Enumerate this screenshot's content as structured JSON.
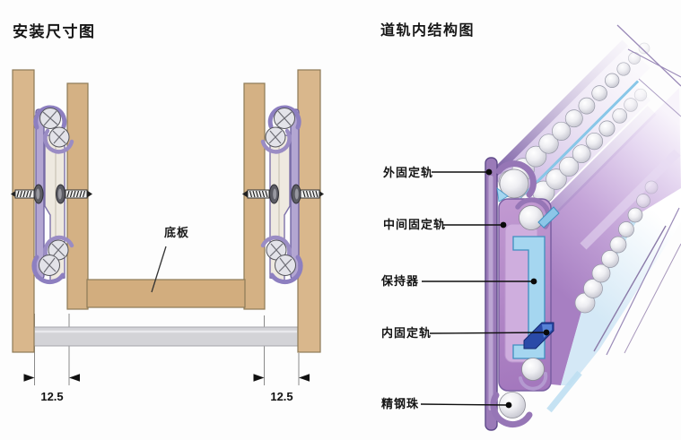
{
  "left_diagram": {
    "title": "安装尺寸图",
    "bottom_board_label": "底板",
    "dimension_left": "12.5",
    "dimension_right": "12.5"
  },
  "right_diagram": {
    "title": "道轨内结构图",
    "labels": [
      {
        "text": "外固定轨"
      },
      {
        "text": "中间固定轨"
      },
      {
        "text": "保持器"
      },
      {
        "text": "内固定轨"
      },
      {
        "text": "精钢珠"
      }
    ]
  },
  "colors": {
    "wood": "#d7b489",
    "slide_purple": "#8d7fc0",
    "rail_purple": "#a77fc2",
    "retainer_blue": "#a5d6f0",
    "inner_rail_blue": "#2a4aa8",
    "steel_ball": "#e8e8ee",
    "base_strip_gray": "#d3d3d7",
    "text": "#1a1a1a"
  }
}
